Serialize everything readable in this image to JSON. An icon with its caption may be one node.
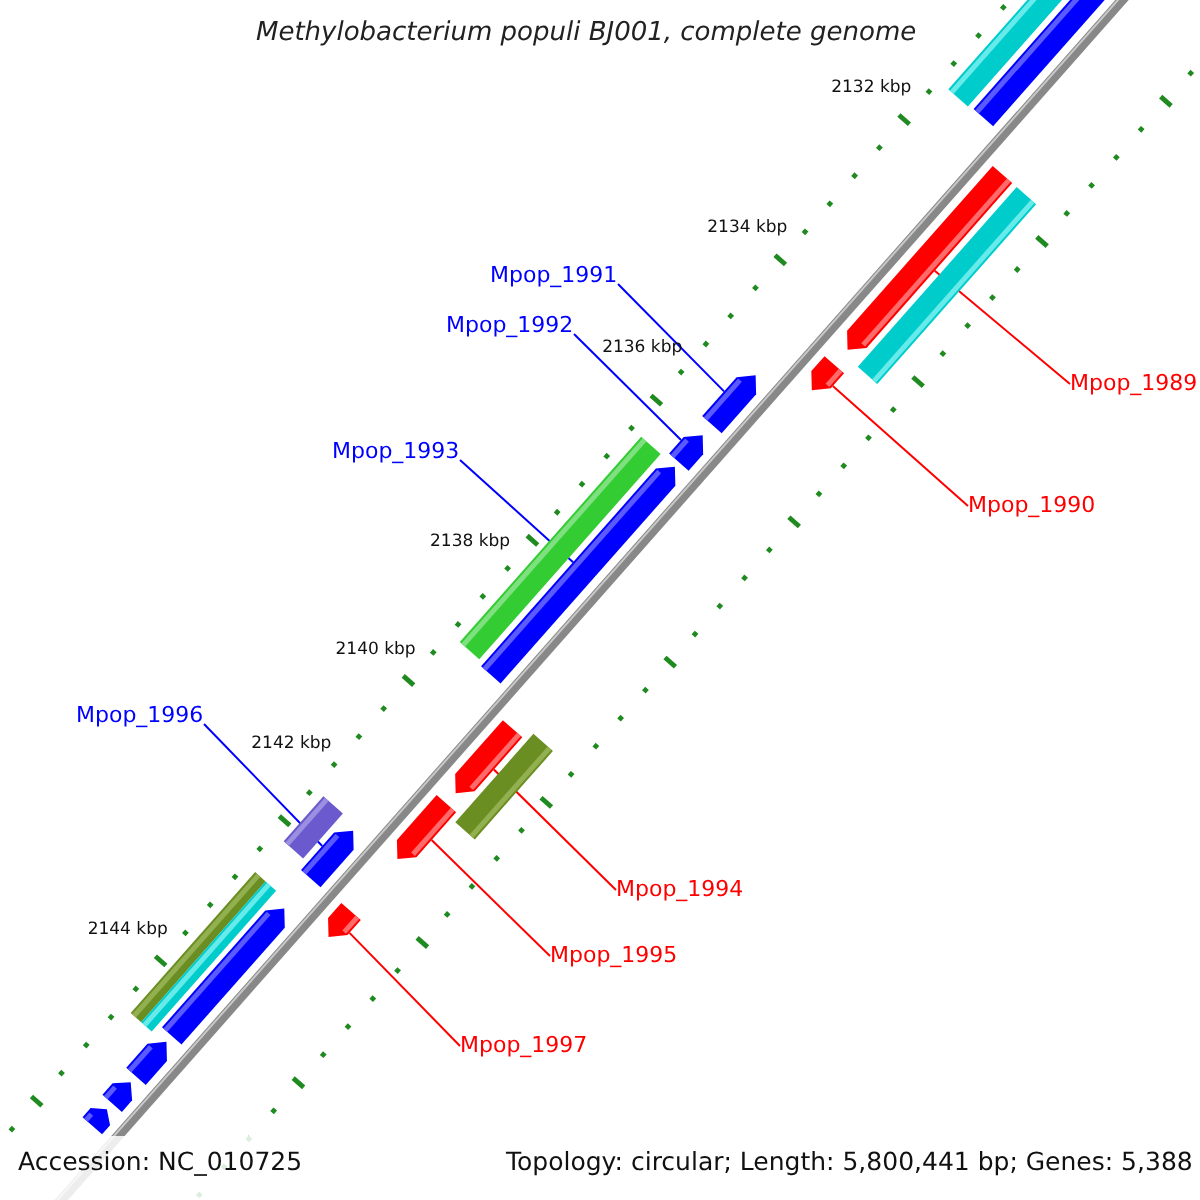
{
  "diagram": {
    "title": "Methylobacterium populi BJ001, complete genome",
    "nodes": [
      {
        "text": [
          "Mpop_1991"
        ]
      },
      {
        "text": [
          "Mpop_1992"
        ]
      },
      {
        "text": [
          "Mpop_1989"
        ]
      },
      {
        "text": [
          "Mpop_1993"
        ]
      },
      {
        "text": [
          "Mpop_1990"
        ]
      },
      {
        "text": [
          "Mpop_1996"
        ]
      },
      {
        "text": [
          "Mpop_1994"
        ]
      },
      {
        "text": [
          "Mpop_1995"
        ]
      },
      {
        "text": [
          "Mpop_1997"
        ]
      },
      {
        "text": [],
        "shape": "bar"
      },
      {
        "text": [],
        "shape": "bar"
      },
      {
        "text": [],
        "shape": "bar"
      },
      {
        "text": [],
        "shape": "bar"
      },
      {
        "text": [],
        "shape": "bar"
      },
      {
        "text": [],
        "shape": "bar"
      },
      {
        "text": [],
        "shape": "bar"
      },
      {
        "text": [],
        "shape": "bar"
      },
      {
        "text": [],
        "shape": "bar"
      },
      {
        "text": [],
        "shape": "bar"
      },
      {
        "text": [],
        "shape": "bar"
      },
      {
        "text": [],
        "shape": "bar"
      },
      {
        "text": [],
        "shape": "bar"
      },
      {
        "text": [],
        "shape": "bar"
      },
      {
        "text": [],
        "shape": "bar"
      },
      {
        "text": [],
        "shape": "bar"
      },
      {
        "text": [],
        "shape": "bar"
      },
      {
        "text": [],
        "shape": "bar"
      },
      {
        "text": [],
        "shape": "bar"
      },
      {
        "text": [],
        "shape": "bar"
      },
      {
        "text": [],
        "shape": "bar"
      }
    ],
    "edges": [
      {
        "from": 0,
        "to": 9,
        "arrow": "none",
        "color": "#0000ff"
      },
      {
        "from": 1,
        "to": 10,
        "arrow": "none",
        "color": "#0000ff"
      },
      {
        "from": 2,
        "to": 11,
        "arrow": "none"
      },
      {
        "from": 3,
        "to": 12,
        "arrow": "none",
        "color": "#0000ff"
      },
      {
        "from": 4,
        "to": 13,
        "arrow": "none"
      },
      {
        "from": 5,
        "to": 14,
        "arrow": "none",
        "color": "#0000ff"
      },
      {
        "from": 6,
        "to": 15,
        "arrow": "none"
      },
      {
        "from": 7,
        "to": 16,
        "arrow": "none"
      },
      {
        "from": 8,
        "to": 17,
        "arrow": "none"
      }
    ],
    "labels": [
      "2132 kbp",
      "2134 kbp",
      "2136 kbp",
      "2138 kbp",
      "2140 kbp",
      "2142 kbp",
      "2144 kbp",
      "Accession: NC_010725",
      "Topology: circular; Length: 5,800,441 bp; Genes: 5,388"
    ]
  }
}
